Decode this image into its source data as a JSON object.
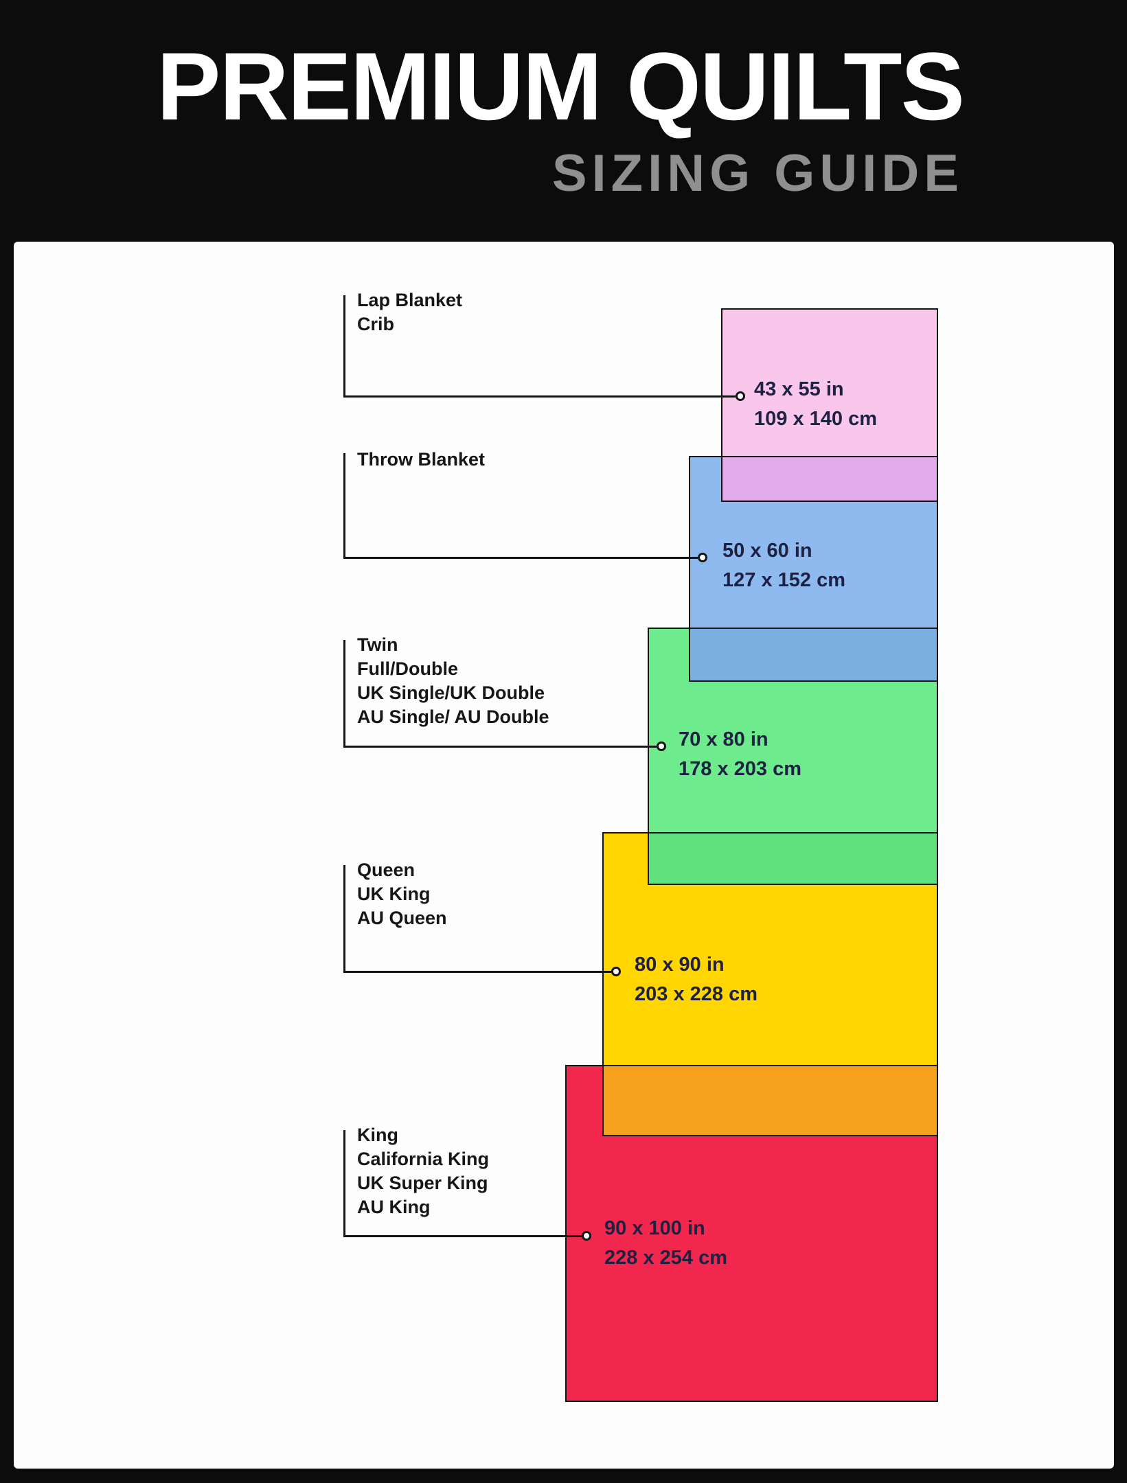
{
  "header": {
    "title": "PREMIUM QUILTS",
    "subtitle": "SIZING GUIDE"
  },
  "sizes": [
    {
      "labels": [
        "Lap Blanket",
        "Crib"
      ],
      "inches": "43 x 55 in",
      "cm": "109 x 140 cm",
      "color": "#f9c6ec"
    },
    {
      "labels": [
        "Throw Blanket"
      ],
      "inches": "50 x 60 in",
      "cm": "127 x 152 cm",
      "color": "#8fbaf0"
    },
    {
      "labels": [
        "Twin",
        "Full/Double",
        "UK Single/UK Double",
        "AU Single/ AU Double"
      ],
      "inches": "70 x 80 in",
      "cm": "178 x 203 cm",
      "color": "#6eeb8c"
    },
    {
      "labels": [
        "Queen",
        "UK King",
        "AU Queen"
      ],
      "inches": "80 x 90 in",
      "cm": "203 x 228 cm",
      "color": "#ffd502"
    },
    {
      "labels": [
        "King",
        "California King",
        "UK Super King",
        "AU King"
      ],
      "inches": "90 x 100 in",
      "cm": "228 x 254 cm",
      "color": "#f2274e"
    }
  ],
  "overlaps": [
    {
      "color": "#e2aceb"
    },
    {
      "color": "#7bafe0"
    },
    {
      "color": "#61e07e"
    },
    {
      "color": "#f7a21c"
    }
  ]
}
